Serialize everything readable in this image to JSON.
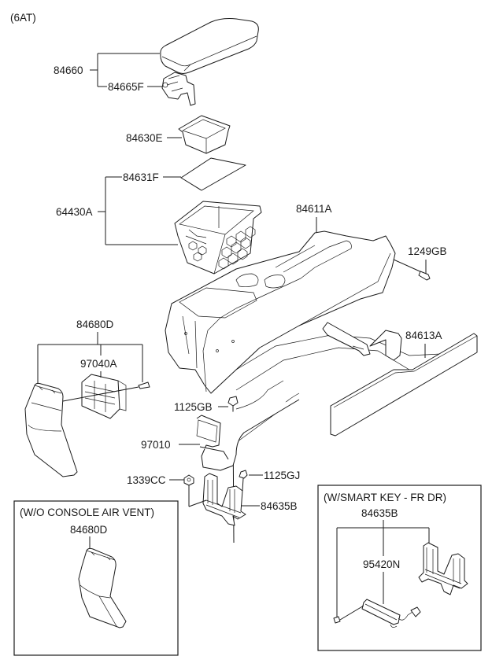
{
  "variant": "(6AT)",
  "parts": {
    "armrest_cover": "84660",
    "armrest_hinge": "84665F",
    "tray": "84630E",
    "mat": "84631F",
    "storage_box": "64430A",
    "console_upper": "84611A",
    "screw_rear": "1249GB",
    "side_panel": "84613A",
    "rear_cover": "84680D",
    "rear_air_vent": "97040A",
    "screw_1125gb": "1125GB",
    "duct": "97010",
    "nut": "1339CC",
    "bolt": "1125GJ",
    "bracket": "84635B"
  },
  "inset_left": {
    "title": "(W/O CONSOLE AIR VENT)",
    "part": "84680D"
  },
  "inset_right": {
    "title": "(W/SMART KEY - FR DR)",
    "part_bracket": "84635B",
    "part_antenna": "95420N"
  }
}
